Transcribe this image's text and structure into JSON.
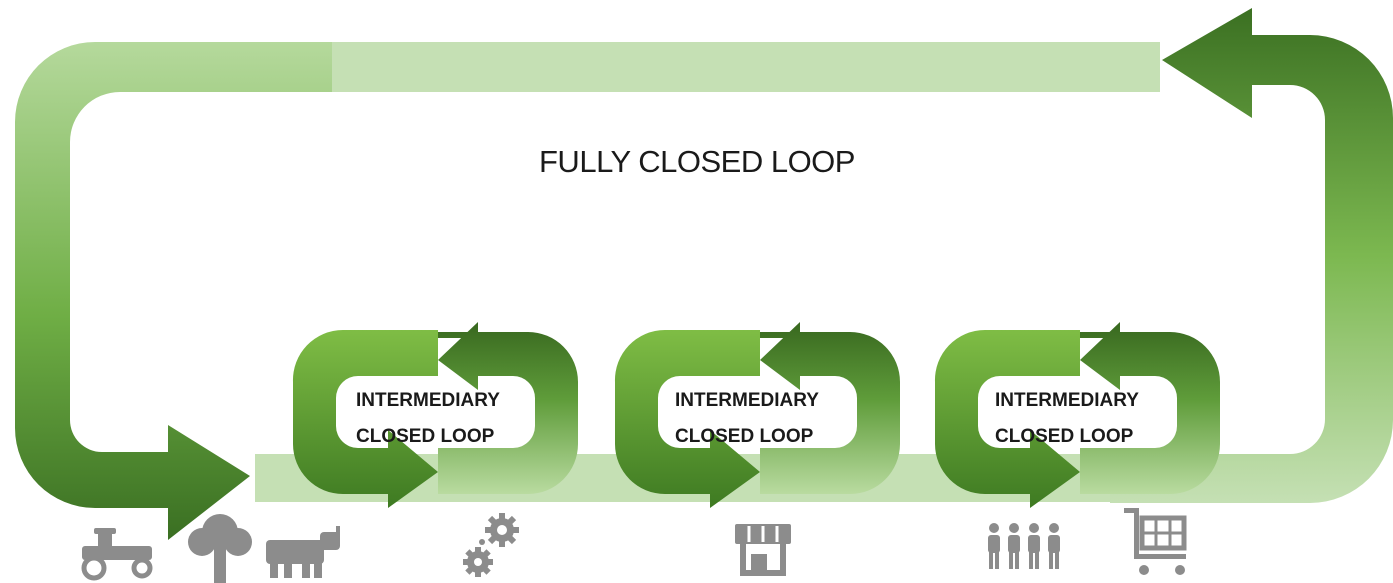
{
  "diagram": {
    "main_label": "FULLY CLOSED LOOP",
    "loops": [
      {
        "line1": "INTERMEDIARY",
        "line2": "CLOSED LOOP"
      },
      {
        "line1": "INTERMEDIARY",
        "line2": "CLOSED LOOP"
      },
      {
        "line1": "INTERMEDIARY",
        "line2": "CLOSED LOOP"
      }
    ],
    "icons": [
      "tractor-icon",
      "tree-icon",
      "cow-icon",
      "gears-icon",
      "store-icon",
      "people-icon",
      "shopping-cart-icon"
    ],
    "colors": {
      "arrow_light": "#c5e0b4",
      "arrow_mid": "#7cb850",
      "arrow_dark": "#3e7324",
      "icon_gray": "#8c8c8c",
      "text": "#1a1a1a"
    }
  }
}
